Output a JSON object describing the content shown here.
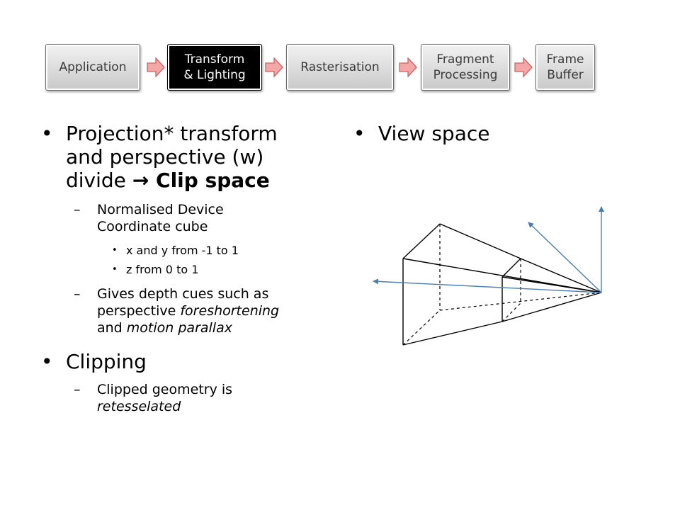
{
  "pipeline": {
    "stages": [
      {
        "label": "Application",
        "active": false
      },
      {
        "label": "Transform\n& Lighting",
        "active": true
      },
      {
        "label": "Rasterisation",
        "active": false
      },
      {
        "label": "Fragment\nProcessing",
        "active": false
      },
      {
        "label": "Frame\nBuffer",
        "active": false
      }
    ],
    "arrow_color": "#f4a7a7",
    "arrow_border": "#d06060"
  },
  "left": {
    "bullet_char": "•",
    "dash_char": "–",
    "projection": {
      "line1": "Projection* transform",
      "line2": "and perspective (w)",
      "line3_pre": "divide ",
      "line3_arrow": "→",
      "line3_bold": " Clip space"
    },
    "ndc": {
      "line1": "Normalised Device",
      "line2": "Coordinate cube"
    },
    "sub": {
      "xy": "x and y from -1 to 1",
      "z": "z from 0 to 1"
    },
    "depth": {
      "line1": "Gives depth cues such as",
      "line2_pre": "perspective ",
      "line2_ital": "foreshortening",
      "line3_pre": "and ",
      "line3_ital": "motion parallax"
    },
    "clipping": {
      "title": "Clipping",
      "line1": "Clipped geometry is",
      "line2_ital": "retesselated"
    }
  },
  "right": {
    "title": "View space"
  },
  "diagram": {
    "line_color": "#000000",
    "axis_color": "#4a7ebb"
  }
}
